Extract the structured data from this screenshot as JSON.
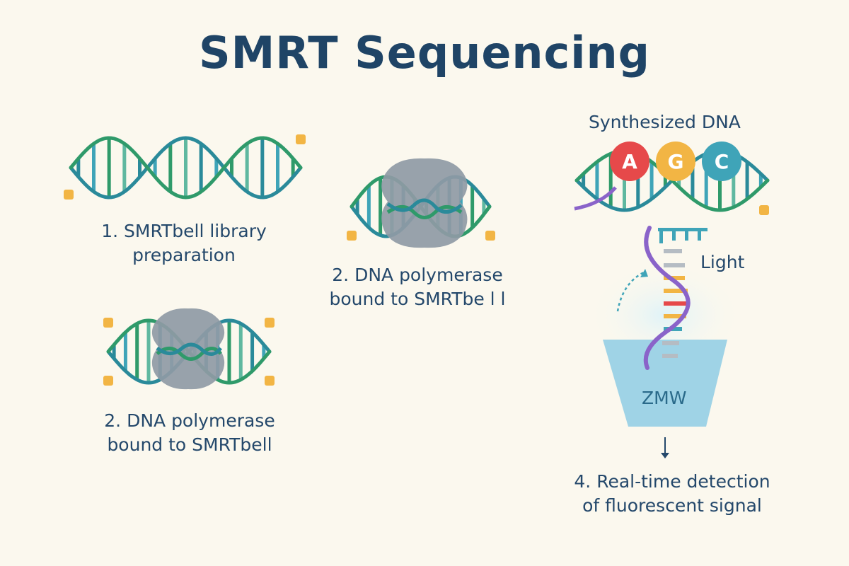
{
  "title": "SMRT Sequencing",
  "panels": {
    "library_prep": {
      "line1": "1. SMRTbell library",
      "line2": "preparation"
    },
    "polymerase_top": {
      "line1": "2. DNA polymerase",
      "line2": "bound to SMRTbe l l"
    },
    "polymerase_bottom": {
      "line1": "2. DNA polymerase",
      "line2": "bound to SMRTbell"
    },
    "detection": {
      "synthesized_label": "Synthesized DNA",
      "bases": [
        "A",
        "G",
        "C"
      ],
      "light_label": "Light",
      "zmw_label": "ZMW",
      "line1": "4. Real-time detection",
      "line2": "of fluorescent signal"
    }
  },
  "colors": {
    "background": "#fbf8ee",
    "strand_teal": "#2a8a9a",
    "strand_green": "#2f9a6a",
    "polymerase": "#8f9aa5",
    "adapter": "#f2b544",
    "base_A": "#e6494a",
    "base_G": "#f2b544",
    "base_C": "#3fa4b8",
    "purple_strand": "#8a63c9",
    "zmw_well": "#9fd3e6"
  }
}
